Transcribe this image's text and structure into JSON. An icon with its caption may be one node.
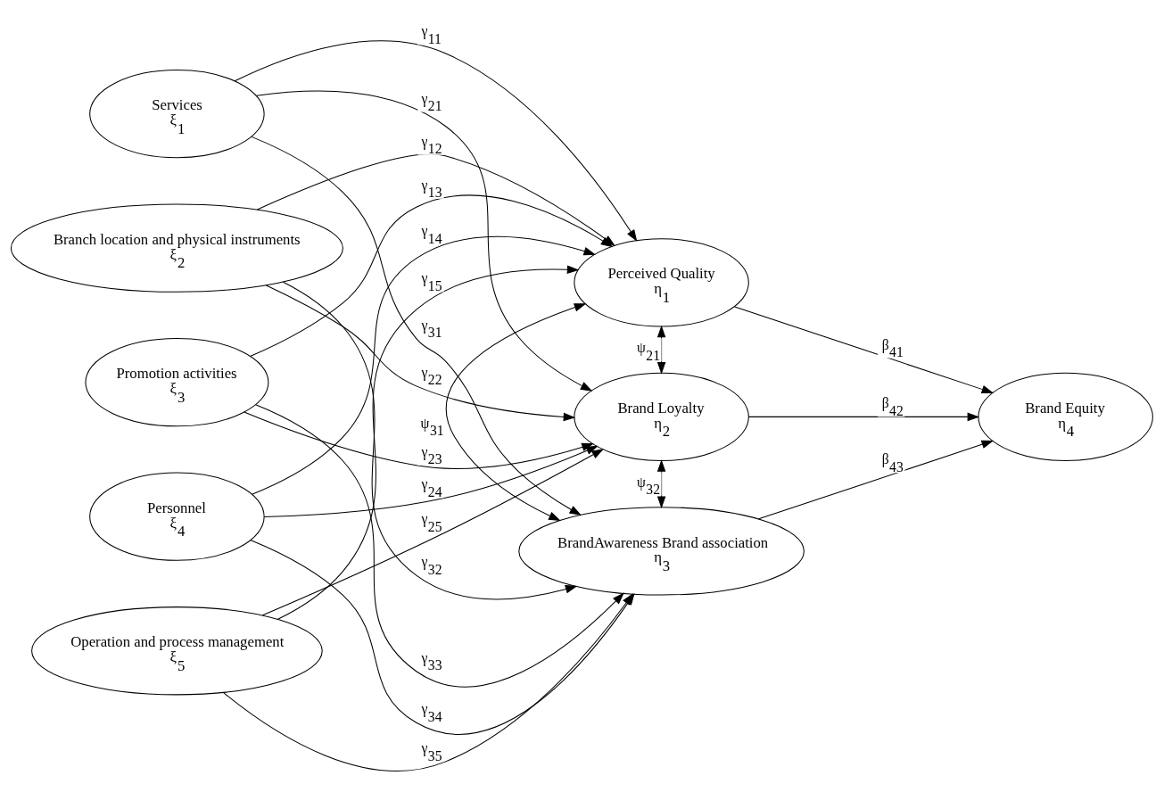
{
  "diagram": {
    "nodes": [
      {
        "text": [
          "Services",
          "ξ$_{1}$"
        ]
      },
      {
        "text": [
          "Branch location and physical instruments",
          "ξ$_{2}$"
        ]
      },
      {
        "text": [
          "Promotion activities",
          "ξ$_{3}$"
        ]
      },
      {
        "text": [
          "Personnel",
          "ξ$_{4}$"
        ]
      },
      {
        "text": [
          "Operation and process management",
          "ξ$_{5}$"
        ]
      },
      {
        "text": [
          "Perceived Quality",
          "η$_{1}$"
        ]
      },
      {
        "text": [
          "Brand Loyalty",
          "η$_{2}$"
        ]
      },
      {
        "text": [
          "BrandAwareness Brand association",
          "η$_{3}$"
        ]
      },
      {
        "text": [
          "Brand Equity",
          "η$_{4}$"
        ]
      }
    ],
    "edges": [
      {
        "from": 0,
        "to": 5,
        "arrow": "to",
        "label": "γ$_{11}$"
      },
      {
        "from": 0,
        "to": 6,
        "arrow": "to",
        "label": "γ$_{21}$"
      },
      {
        "from": 0,
        "to": 7,
        "arrow": "to",
        "label": "γ$_{31}$"
      },
      {
        "from": 1,
        "to": 5,
        "arrow": "to",
        "label": "γ$_{12}$"
      },
      {
        "from": 1,
        "to": 6,
        "arrow": "to",
        "label": "γ$_{22}$"
      },
      {
        "from": 1,
        "to": 7,
        "arrow": "to",
        "label": "γ$_{32}$"
      },
      {
        "from": 2,
        "to": 5,
        "arrow": "to",
        "label": "γ$_{13}$"
      },
      {
        "from": 2,
        "to": 6,
        "arrow": "to",
        "label": "γ$_{23}$"
      },
      {
        "from": 2,
        "to": 7,
        "arrow": "to",
        "label": "γ$_{33}$"
      },
      {
        "from": 3,
        "to": 5,
        "arrow": "to",
        "label": "γ$_{14}$"
      },
      {
        "from": 3,
        "to": 6,
        "arrow": "to",
        "label": "γ$_{24}$"
      },
      {
        "from": 3,
        "to": 7,
        "arrow": "to",
        "label": "γ$_{34}$"
      },
      {
        "from": 4,
        "to": 5,
        "arrow": "to",
        "label": "γ$_{15}$"
      },
      {
        "from": 4,
        "to": 6,
        "arrow": "to",
        "label": "γ$_{25}$"
      },
      {
        "from": 4,
        "to": 7,
        "arrow": "to",
        "label": "γ$_{35}$"
      },
      {
        "from": 5,
        "to": 8,
        "arrow": "to",
        "label": "β$_{41}$"
      },
      {
        "from": 6,
        "to": 8,
        "arrow": "to",
        "label": "β$_{42}$"
      },
      {
        "from": 7,
        "to": 8,
        "arrow": "to",
        "label": "β$_{43}$"
      },
      {
        "from": 5,
        "to": 6,
        "arrow": "both",
        "label": "ψ$_{21}$"
      },
      {
        "from": 6,
        "to": 7,
        "arrow": "both",
        "label": "ψ$_{32}$"
      },
      {
        "from": 5,
        "to": 7,
        "arrow": "both",
        "label": "ψ$_{31}$"
      }
    ]
  }
}
